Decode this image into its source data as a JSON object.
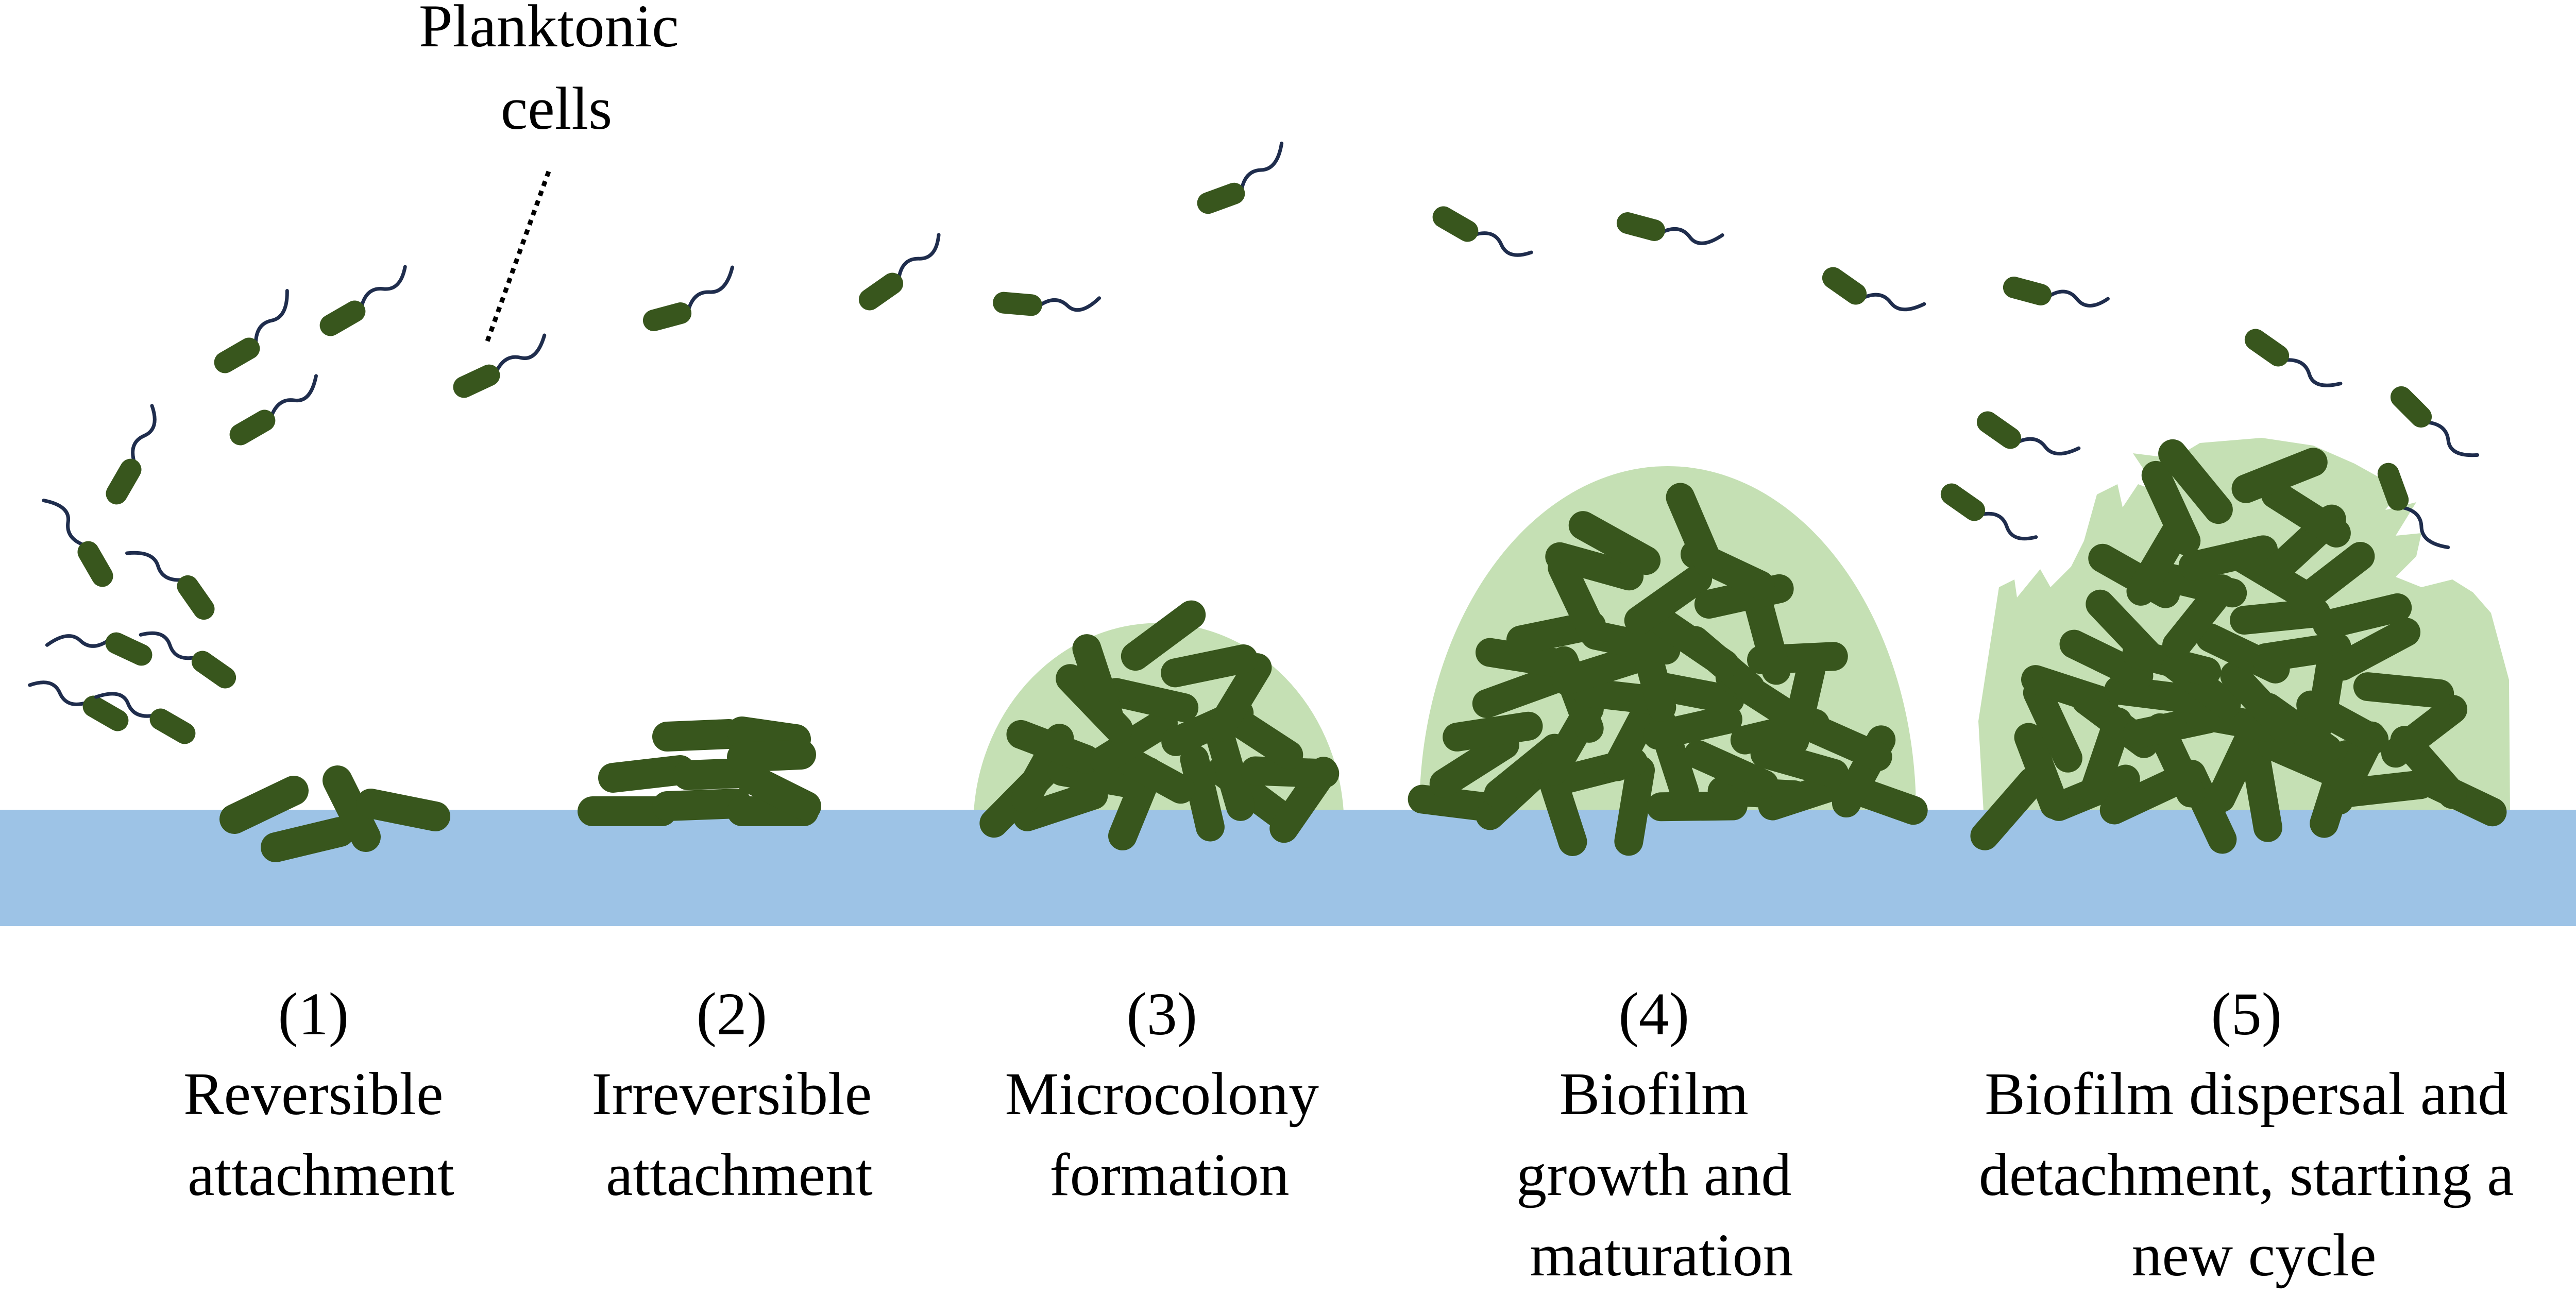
{
  "planktonic_label": {
    "line1": "Planktonic",
    "line2": "cells"
  },
  "stages": [
    {
      "number": "(1)",
      "line1": "Reversible",
      "line2": "attachment",
      "line3": ""
    },
    {
      "number": "(2)",
      "line1": "Irreversible",
      "line2": "attachment",
      "line3": ""
    },
    {
      "number": "(3)",
      "line1": "Microcolony",
      "line2": "formation",
      "line3": ""
    },
    {
      "number": "(4)",
      "line1": "Biofilm",
      "line2": "growth and",
      "line3": "maturation"
    },
    {
      "number": "(5)",
      "line1": "Biofilm dispersal and",
      "line2": "detachment, starting a",
      "line3": "new cycle"
    }
  ],
  "colors": {
    "substrate": "#9dc3e6",
    "bacteria": "#38561d",
    "flagella": "#1f2d4d",
    "matrix": "#c5e0b4",
    "text": "#000000"
  }
}
